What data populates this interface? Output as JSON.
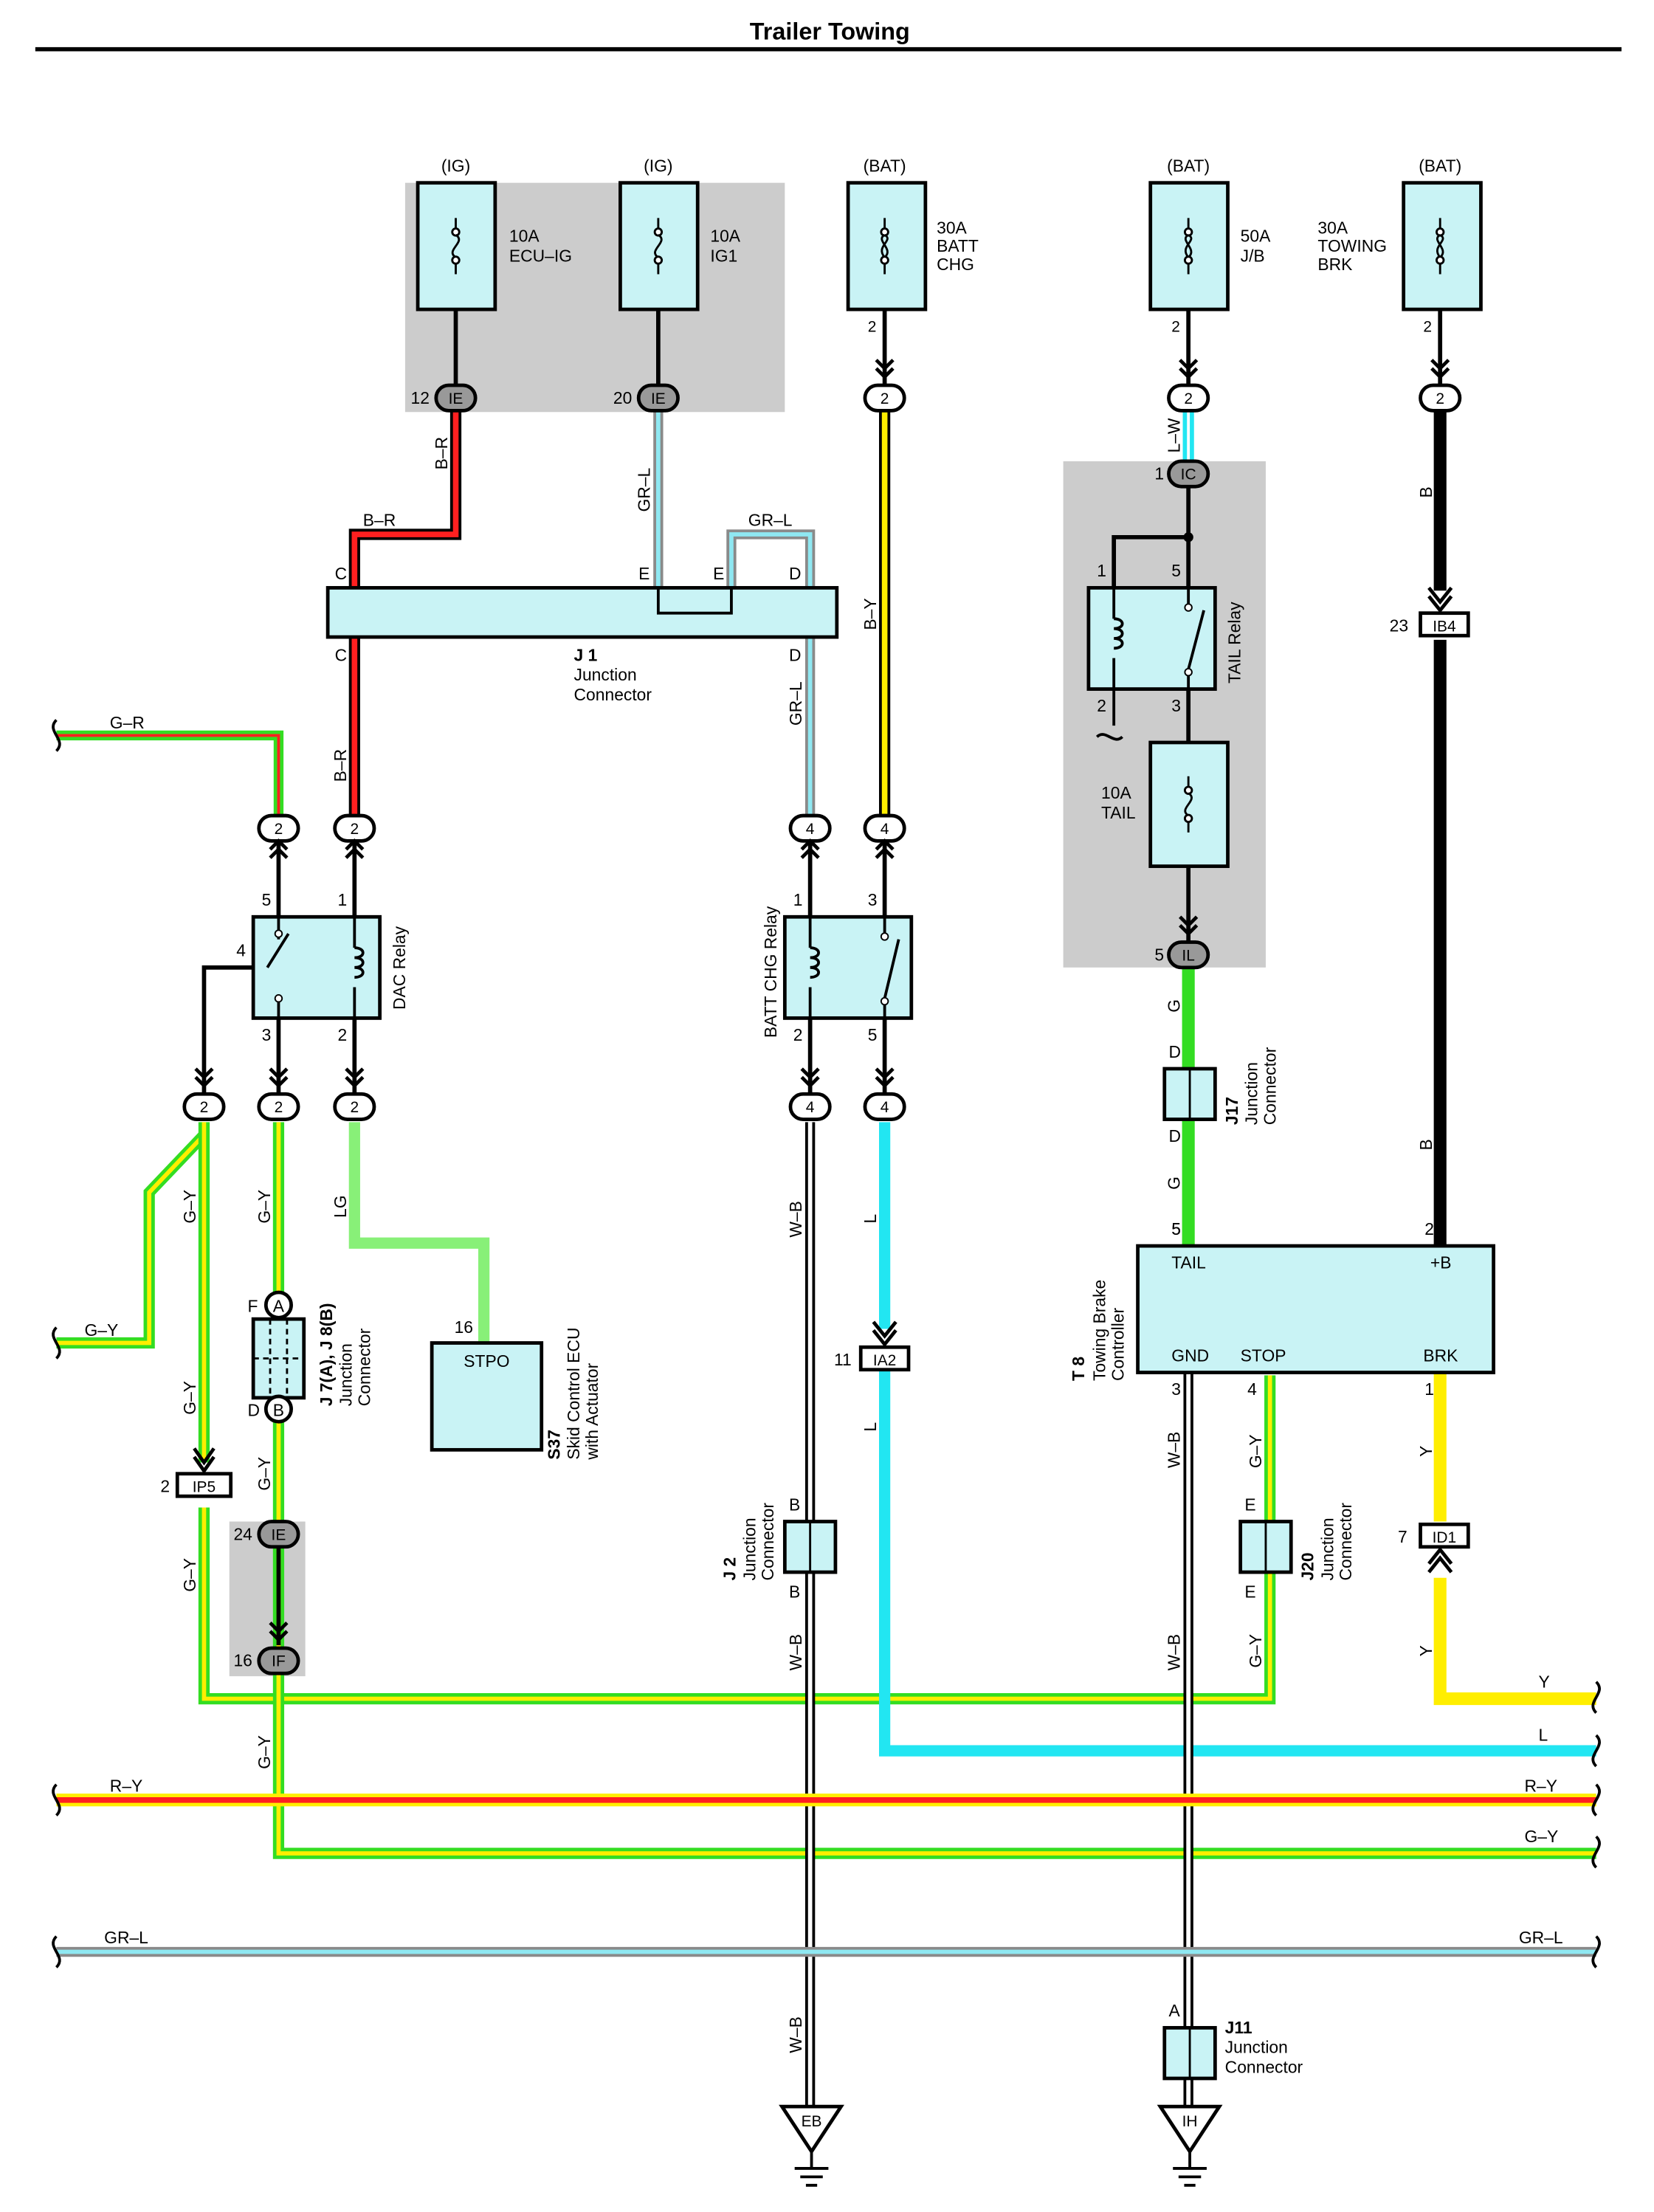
{
  "page": {
    "title": "Trailer Towing"
  },
  "power": {
    "ig1": "(IG)",
    "ig2": "(IG)",
    "bat1": "(BAT)",
    "bat2": "(BAT)",
    "bat3": "(BAT)"
  },
  "fuses": {
    "ecu_ig": [
      "10A",
      "ECU–IG"
    ],
    "ig1": [
      "10A",
      "IG1"
    ],
    "batt_chg": [
      "30A",
      "BATT",
      "CHG"
    ],
    "jb": [
      "50A",
      "J/B"
    ],
    "towing_brk": [
      "30A",
      "TOWING",
      "BRK"
    ],
    "tail": [
      "10A",
      "TAIL"
    ]
  },
  "connectors": {
    "ie": "IE",
    "ic": "IC",
    "il": "IL",
    "ib4": "IB4",
    "ia2": "IA2",
    "ip5": "IP5",
    "if": "IF",
    "id1": "ID1",
    "eb": "EB",
    "ih": "IH",
    "a": "A",
    "b": "B"
  },
  "pins": {
    "p1": "1",
    "p2": "2",
    "p3": "3",
    "p4": "4",
    "p5": "5",
    "p7": "7",
    "p11": "11",
    "p12": "12",
    "p16": "16",
    "p20": "20",
    "p23": "23",
    "p24": "24"
  },
  "letters": {
    "c": "C",
    "d": "D",
    "e": "E",
    "a": "A",
    "b": "B",
    "f": "F"
  },
  "wires": {
    "b_r": "B–R",
    "gr_l": "GR–L",
    "b_y": "B–Y",
    "l_w": "L–W",
    "b": "B",
    "g_r": "G–R",
    "g_y": "G–Y",
    "lg": "LG",
    "w_b": "W–B",
    "l": "L",
    "g": "G",
    "y": "Y",
    "r_y": "R–Y"
  },
  "components": {
    "j1": {
      "id": "J 1",
      "name": [
        "Junction",
        "Connector"
      ]
    },
    "j2": {
      "id": "J 2",
      "name": [
        "Junction",
        "Connector"
      ]
    },
    "j11": {
      "id": "J11",
      "name": [
        "Junction",
        "Connector"
      ]
    },
    "j17": {
      "id": "J17",
      "name": [
        "Junction",
        "Connector"
      ]
    },
    "j20": {
      "id": "J20",
      "name": [
        "Junction",
        "Connector"
      ]
    },
    "j7": {
      "id": "J 7(A), J 8(B)",
      "name": [
        "Junction",
        "Connector"
      ]
    },
    "s37": {
      "id": "S37",
      "name": [
        "Skid Control ECU",
        "with Actuator"
      ],
      "pin": "STPO"
    },
    "t8": {
      "id": "T 8",
      "name": [
        "Towing Brake",
        "Controller"
      ],
      "pins": {
        "tail": "TAIL",
        "b": "+B",
        "gnd": "GND",
        "stop": "STOP",
        "brk": "BRK"
      }
    },
    "dac_relay": "DAC Relay",
    "batt_chg_relay": "BATT CHG Relay",
    "tail_relay": "TAIL Relay"
  },
  "colors": {
    "cyan_fill": "#c9f3f5",
    "gray_shade": "#cccccc",
    "red": "#ff2020",
    "green": "#33dd22",
    "yellow": "#ffee00",
    "light_blue": "#22e6f2",
    "light_green": "#88f078",
    "gray_wire": "#8a8a8a",
    "black": "#000000"
  }
}
